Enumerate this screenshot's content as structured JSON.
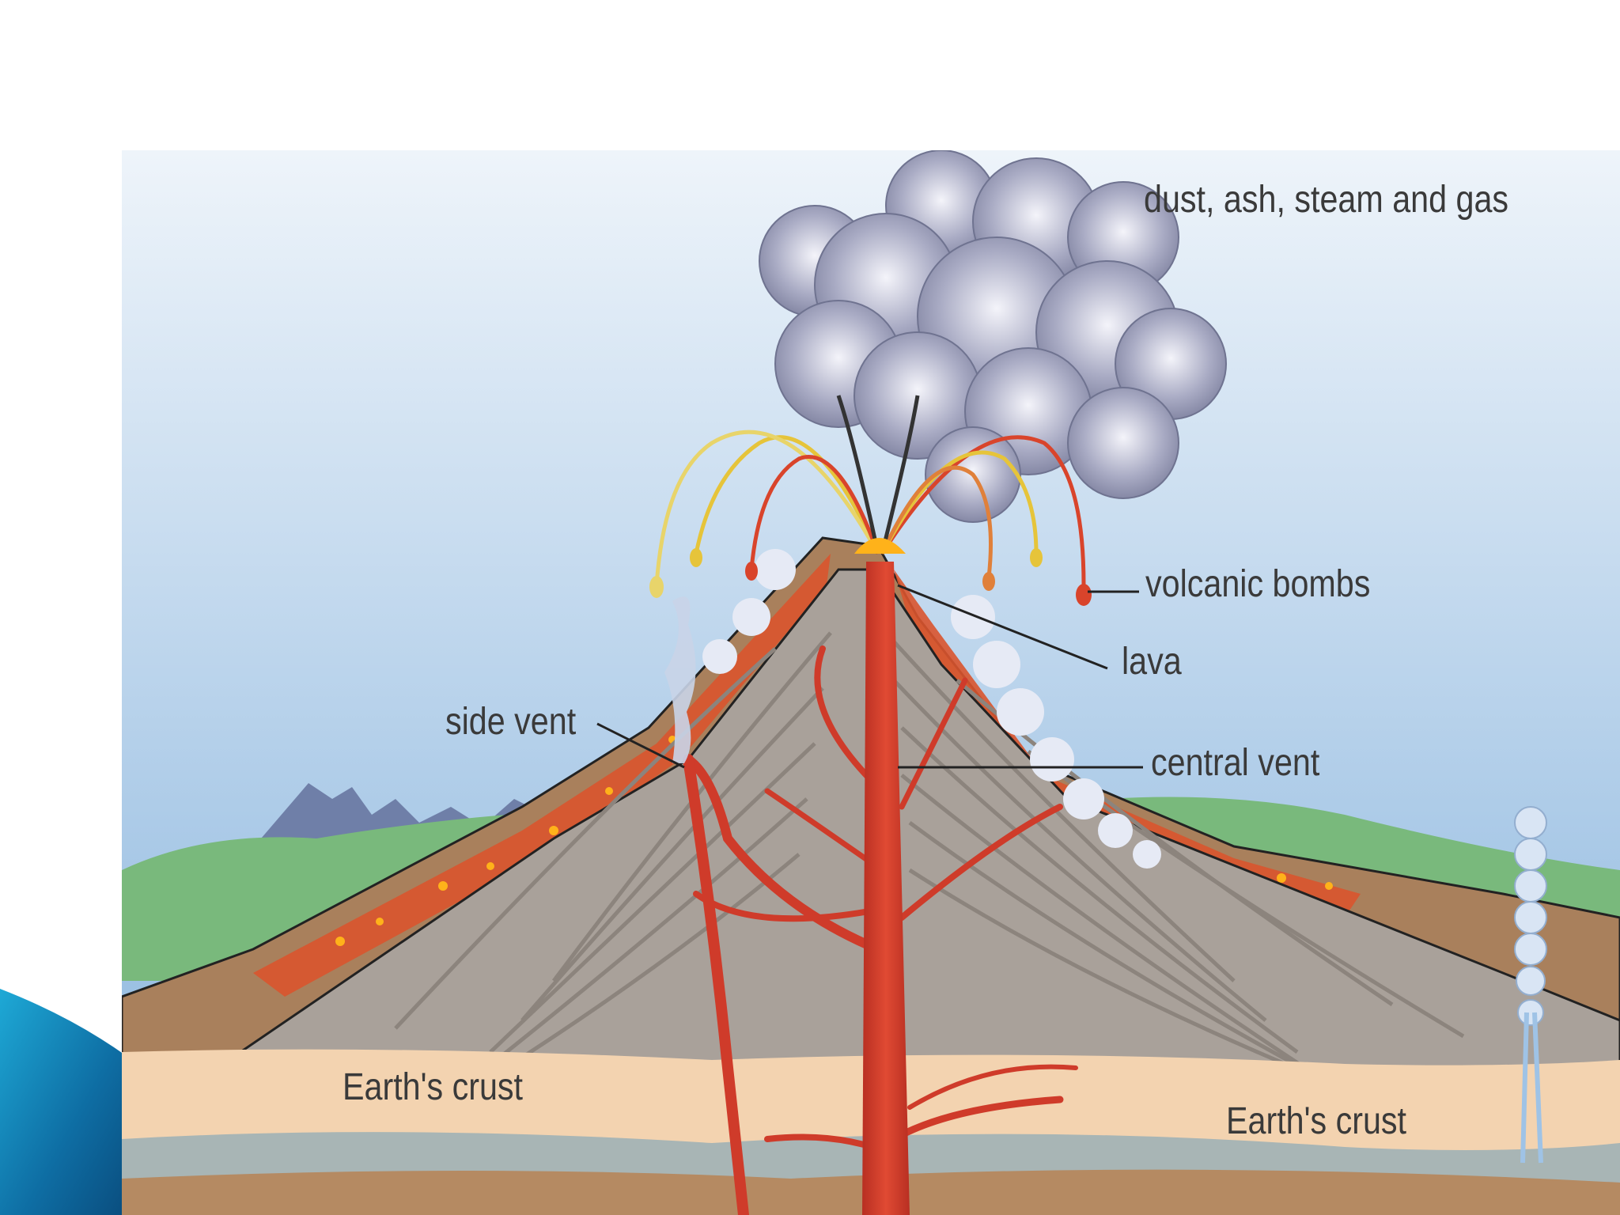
{
  "labels": {
    "dust_ash": "dust, ash, steam and gas",
    "volcanic_bombs": "volcanic bombs",
    "lava": "lava",
    "side_vent": "side vent",
    "central_vent": "central vent",
    "crust_left": "Earth's crust",
    "crust_right": "Earth's crust"
  },
  "colors": {
    "sky_top": "#eef4fa",
    "sky_bottom": "#86b3dd",
    "magma": "#cf3b2a",
    "cone": "#a9a19a",
    "outer_layer": "#a9805c",
    "crust": "#f3d3b0",
    "grass": "#79b97c",
    "ash": "#8f92ab",
    "slide_accent": "#0d5e92"
  }
}
